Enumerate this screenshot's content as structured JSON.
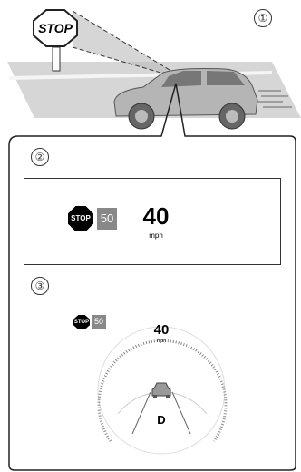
{
  "scene": {
    "step1_label": "①",
    "stop_sign_text": "STOP"
  },
  "panel2": {
    "step_label": "②",
    "stop_icon_text": "STOP",
    "limit_text": "50",
    "speed_value": "40",
    "speed_unit": "mph"
  },
  "panel3": {
    "step_label": "③",
    "stop_icon_text": "STOP",
    "limit_text": "50",
    "speed_value": "40",
    "speed_unit": "mph",
    "gear": "D"
  }
}
